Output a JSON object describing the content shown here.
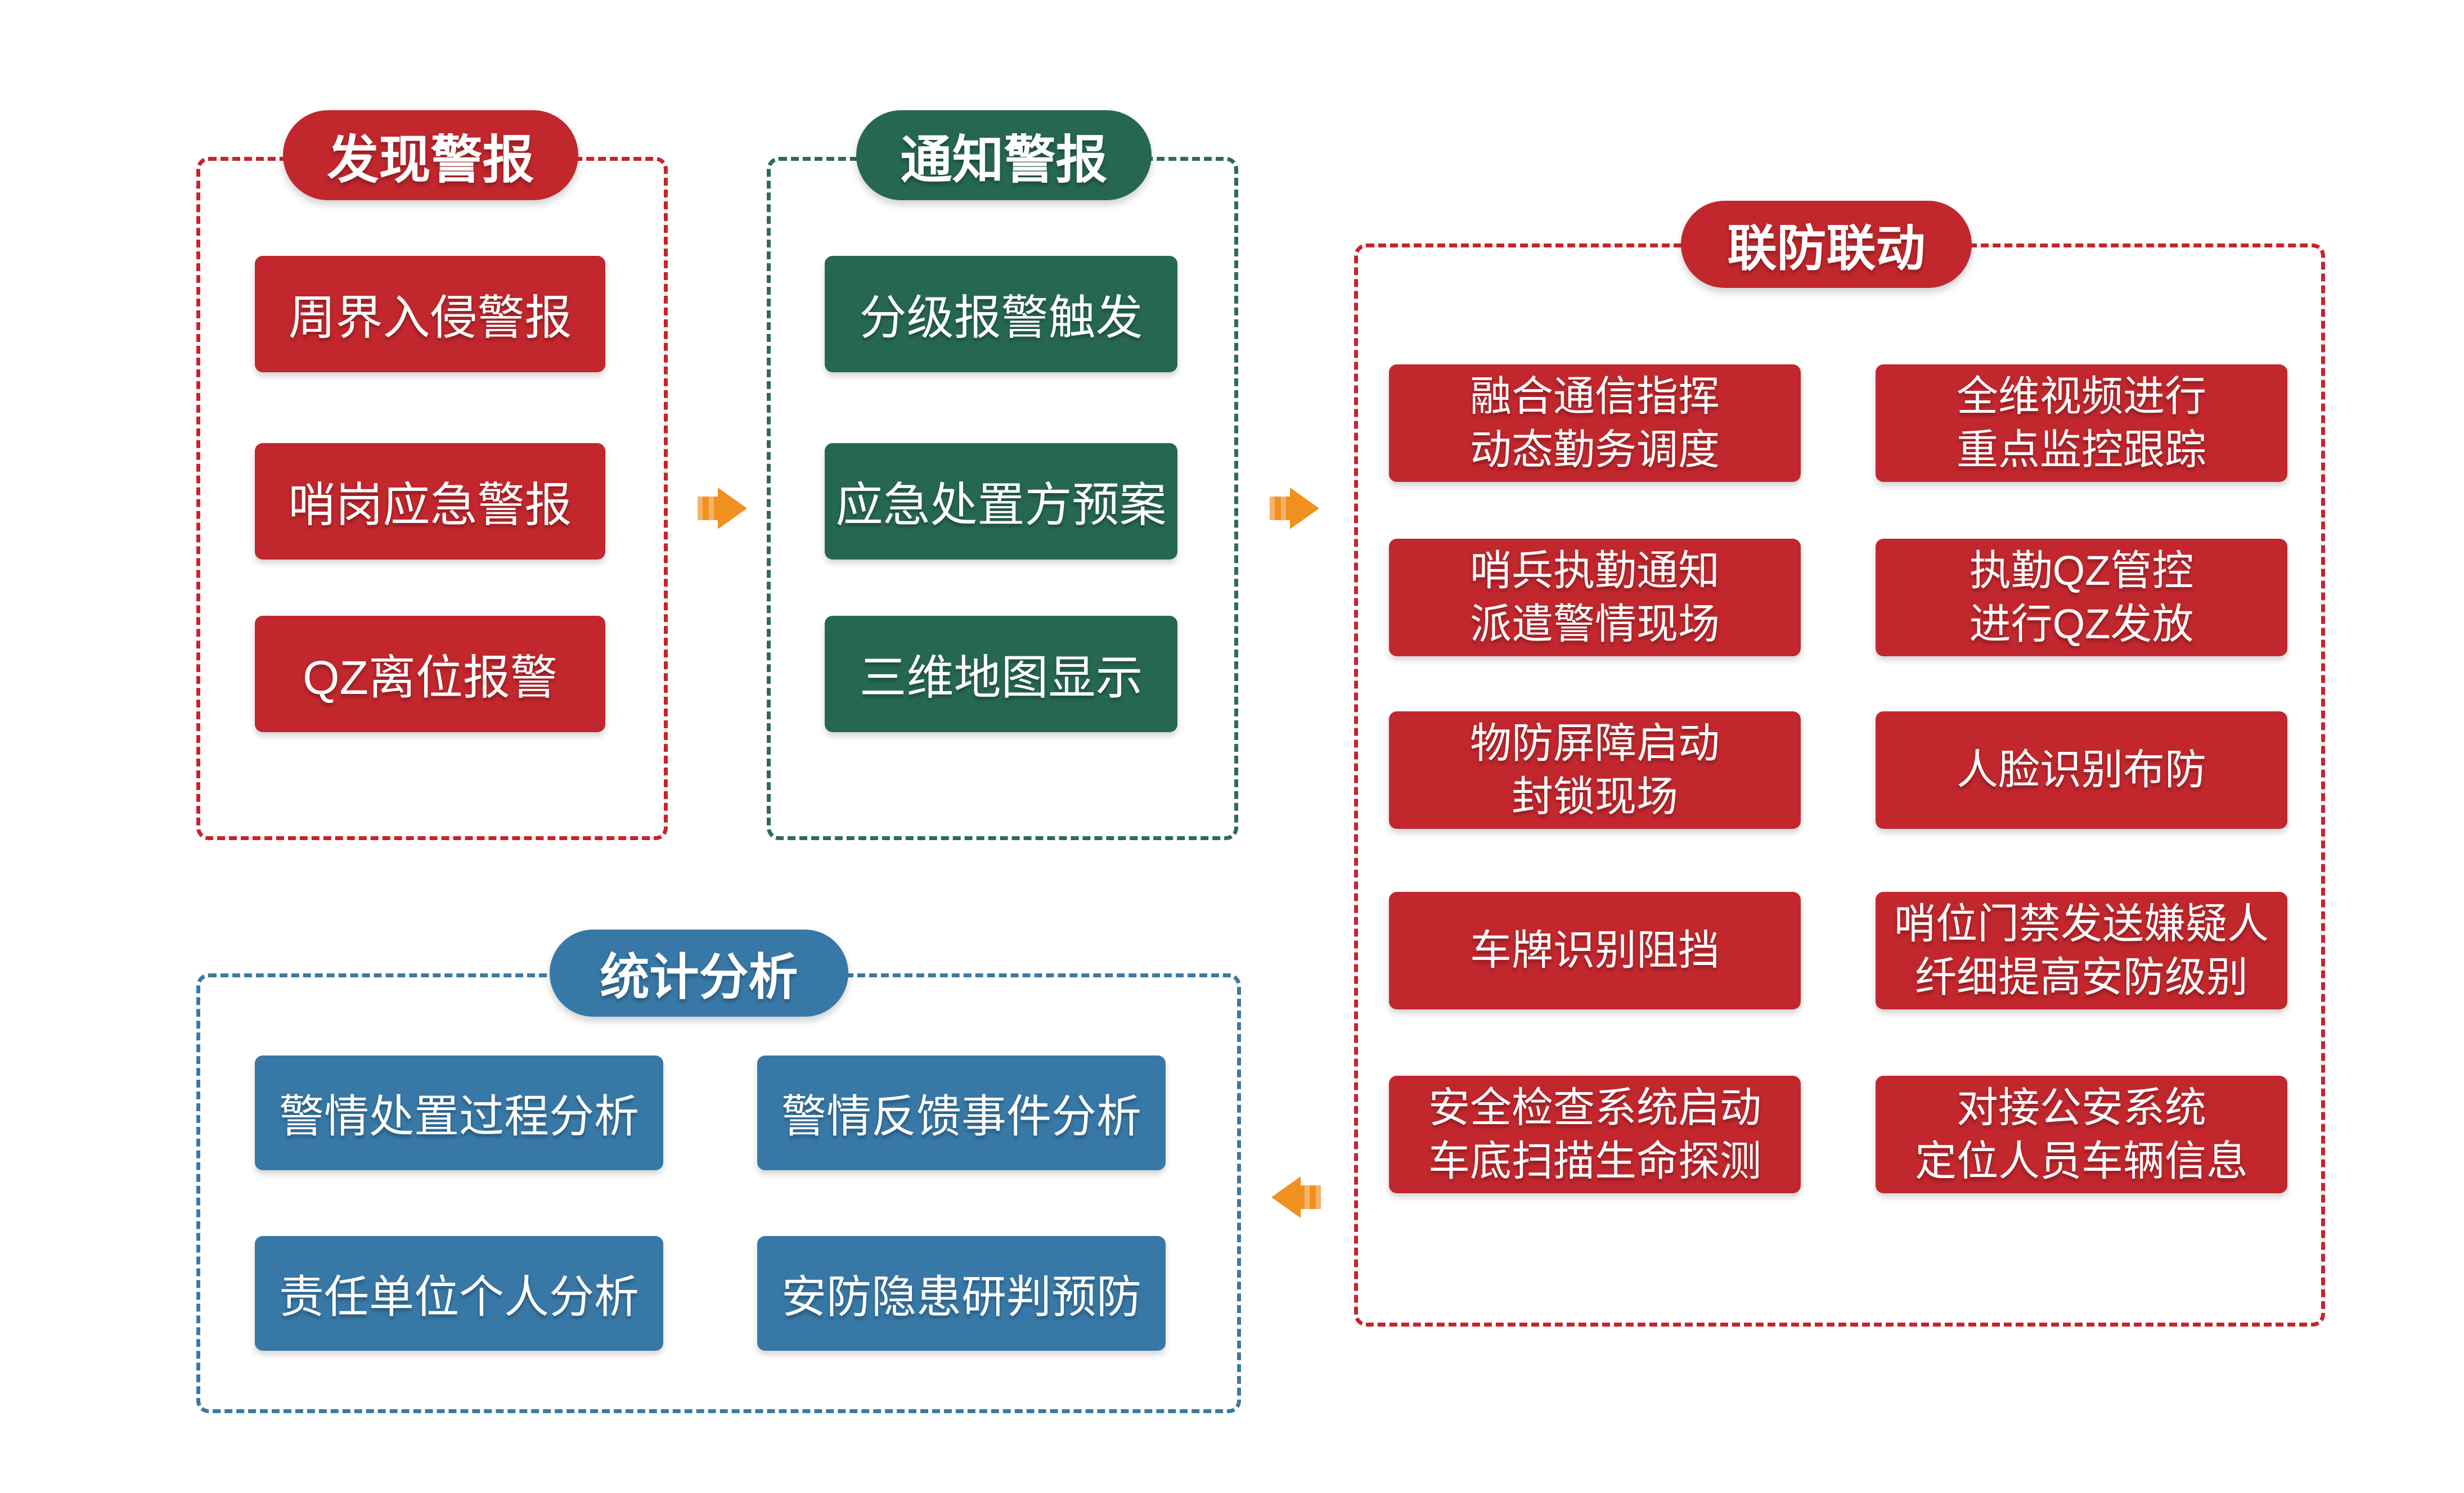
{
  "colors": {
    "red_fill": "#c1272d",
    "red_dash": "#c8232b",
    "green_fill": "#26684f",
    "green_dash": "#2e6b55",
    "blue_fill": "#3878a6",
    "blue_dash": "#3b79a4",
    "arrow_orange": "#f0911f",
    "arrow_orange_light": "#f6b26b",
    "text": "#ffffff",
    "background": "#ffffff"
  },
  "sections": {
    "discover": {
      "title": "发现警报",
      "items": [
        [
          "周界入侵警报"
        ],
        [
          "哨岗应急警报"
        ],
        [
          "QZ离位报警"
        ]
      ]
    },
    "notify": {
      "title": "通知警报",
      "items": [
        [
          "分级报警触发"
        ],
        [
          "应急处置方预案"
        ],
        [
          "三维地图显示"
        ]
      ]
    },
    "joint": {
      "title": "联防联动",
      "left_items": [
        [
          "融合通信指挥",
          "动态勤务调度"
        ],
        [
          "哨兵执勤通知",
          "派遣警情现场"
        ],
        [
          "物防屏障启动",
          "封锁现场"
        ],
        [
          "车牌识别阻挡"
        ],
        [
          "安全检查系统启动",
          "车底扫描生命探测"
        ]
      ],
      "right_items": [
        [
          "全维视频进行",
          "重点监控跟踪"
        ],
        [
          "执勤QZ管控",
          "进行QZ发放"
        ],
        [
          "人脸识别布防"
        ],
        [
          "哨位门禁发送嫌疑人",
          "纤细提高安防级别"
        ],
        [
          "对接公安系统",
          "定位人员车辆信息"
        ]
      ]
    },
    "stats": {
      "title": "统计分析",
      "items": [
        [
          "警情处置过程分析"
        ],
        [
          "警情反馈事件分析"
        ],
        [
          "责任单位个人分析"
        ],
        [
          "安防隐患研判预防"
        ]
      ]
    }
  },
  "arrows": [
    {
      "direction": "right",
      "from": "discover",
      "to": "notify"
    },
    {
      "direction": "right",
      "from": "notify",
      "to": "joint"
    },
    {
      "direction": "left",
      "from": "joint",
      "to": "stats"
    }
  ]
}
